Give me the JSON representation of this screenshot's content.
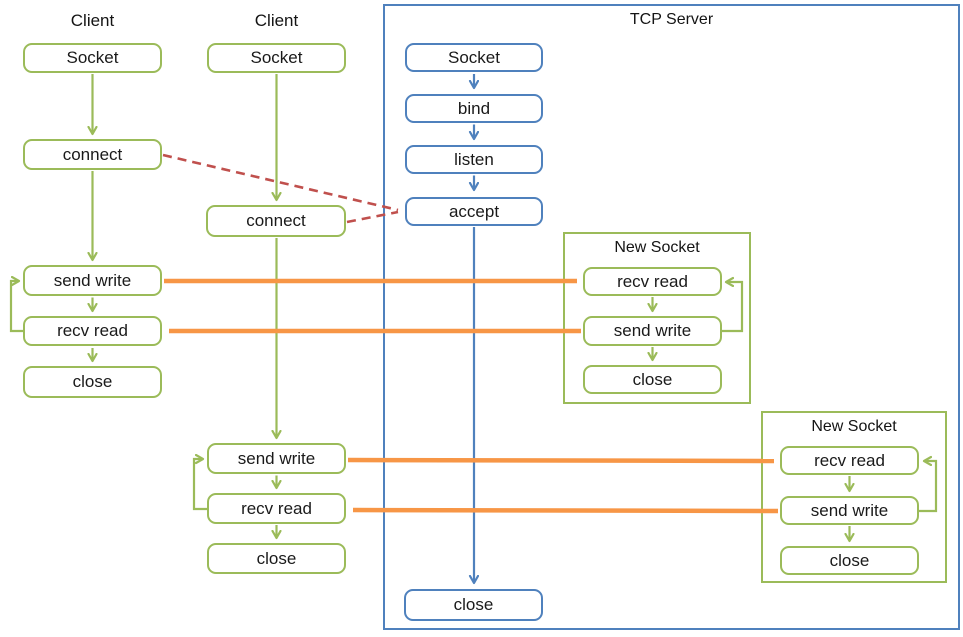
{
  "client1": {
    "title": "Client",
    "socket": "Socket",
    "connect": "connect",
    "send_write": "send write",
    "recv_read": "recv read",
    "close": "close"
  },
  "client2": {
    "title": "Client",
    "socket": "Socket",
    "connect": "connect",
    "send_write": "send write",
    "recv_read": "recv read",
    "close": "close"
  },
  "server": {
    "title": "TCP Server",
    "socket": "Socket",
    "bind": "bind",
    "listen": "listen",
    "accept": "accept",
    "close": "close"
  },
  "new_socket1": {
    "title": "New Socket",
    "recv_read": "recv read",
    "send_write": "send write",
    "close": "close"
  },
  "new_socket2": {
    "title": "New Socket",
    "recv_read": "recv read",
    "send_write": "send write",
    "close": "close"
  },
  "colors": {
    "green": "#9bbb59",
    "blue": "#4f81bd",
    "orange": "#f79646",
    "red": "#c0504d"
  }
}
